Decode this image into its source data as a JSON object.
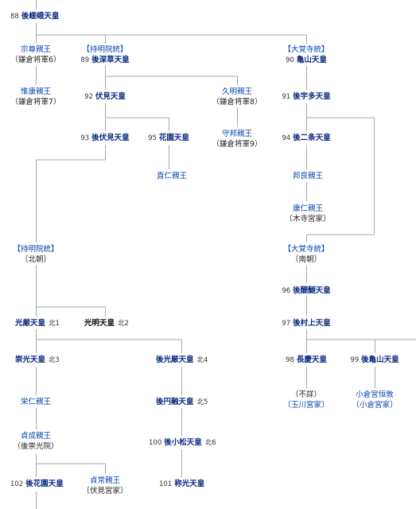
{
  "colors": {
    "line": "#a2a9b1",
    "link": "#0645ad",
    "emperor": "#0b2a80",
    "text": "#222222"
  },
  "nodes": {
    "gosaga": {
      "num": "88",
      "name": "後嵯峨天皇"
    },
    "munetaka": {
      "name": "宗尊親王",
      "note": "（鎌倉将軍6）"
    },
    "koremori": {
      "name": "惟康親王",
      "note": "（鎌倉将軍7）"
    },
    "jimyoin_top": {
      "label": "【持明院統】"
    },
    "gofukakusa": {
      "num": "89",
      "name": "後深草天皇"
    },
    "fushimi": {
      "num": "92",
      "name": "伏見天皇"
    },
    "hisaaki": {
      "name": "久明親王",
      "note": "（鎌倉将軍8）"
    },
    "morikuni": {
      "name": "守邦親王",
      "note": "（鎌倉将軍9）"
    },
    "daikakuji_top": {
      "label": "【大覚寺統】"
    },
    "kameyama": {
      "num": "90",
      "name": "亀山天皇"
    },
    "gouda": {
      "num": "91",
      "name": "後宇多天皇"
    },
    "gofushimi": {
      "num": "93",
      "name": "後伏見天皇"
    },
    "hanazono": {
      "num": "95",
      "name": "花園天皇"
    },
    "naohito": {
      "name": "直仁親王"
    },
    "gonijo": {
      "num": "94",
      "name": "後二条天皇"
    },
    "kuniyoshi": {
      "name": "邦良親王"
    },
    "yasuhito": {
      "name": "康仁親王",
      "note": "〔木寺宮家〕"
    },
    "jimyoin_north": {
      "label": "【持明院統】",
      "sub": "〔北朝〕"
    },
    "daikakuji_south": {
      "label": "【大覚寺統】",
      "sub": "〔南朝〕"
    },
    "godaigo": {
      "num": "96",
      "name": "後醍醐天皇"
    },
    "gomurakami": {
      "num": "97",
      "name": "後村上天皇"
    },
    "kogon": {
      "name": "光厳天皇",
      "bei": "北1"
    },
    "komyo": {
      "name": "光明天皇",
      "bei": "北2"
    },
    "suko": {
      "name": "崇光天皇",
      "bei": "北3"
    },
    "gokogon": {
      "name": "後光厳天皇",
      "bei": "北4"
    },
    "chokei": {
      "num": "98",
      "name": "長慶天皇"
    },
    "gokameyama": {
      "num": "99",
      "name": "後亀山天皇"
    },
    "eijin": {
      "name": "栄仁親王"
    },
    "goenyu": {
      "name": "後円融天皇",
      "bei": "北5"
    },
    "fusho": {
      "name": "（不詳）",
      "note": "〔玉川宮家〕"
    },
    "ogura": {
      "name": "小倉宮恒敦",
      "note": "〔小倉宮家〕"
    },
    "sadafusa": {
      "name": "貞成親王",
      "note": "（後崇光院）"
    },
    "gokomatsu": {
      "num": "100",
      "name": "後小松天皇",
      "bei": "北6"
    },
    "gohanazono": {
      "num": "102",
      "name": "後花園天皇"
    },
    "sadatsune": {
      "name": "貞常親王",
      "note": "〔伏見宮家〕"
    },
    "shoko": {
      "num": "101",
      "name": "称光天皇"
    }
  }
}
